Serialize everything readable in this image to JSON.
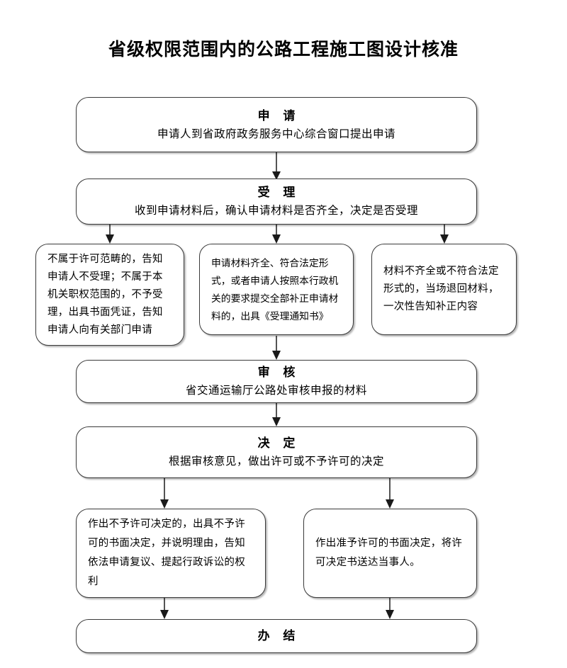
{
  "page": {
    "title": "省级权限范围内的公路工程施工图设计核准",
    "accent_color": "#000000",
    "box_border_color": "#3a3a3a",
    "background_color": "#ffffff"
  },
  "nodes": {
    "apply": {
      "heading": "申 请",
      "detail": "申请人到省政府政务服务中心综合窗口提出申请"
    },
    "accept": {
      "heading": "受 理",
      "detail": "收到申请材料后，确认申请材料是否齐全，决定是否受理"
    },
    "branch_not_in_scope": {
      "text": "不属于许可范畴的，告知申请人不受理；不属于本机关职权范围的，不予受理，出具书面凭证，告知申请人向有关部门申请"
    },
    "branch_complete": {
      "text": "申请材料齐全、符合法定形式，或者申请人按照本行政机关的要求提交全部补正申请材料的，出具《受理通知书》"
    },
    "branch_incomplete": {
      "text": "材料不齐全或不符合法定形式的，当场退回材料，一次性告知补正内容"
    },
    "review": {
      "heading": "审 核",
      "detail": "省交通运输厅公路处审核申报的材料"
    },
    "decision": {
      "heading": "决 定",
      "detail": "根据审核意见，做出许可或不予许可的决定"
    },
    "result_denied": {
      "text": "作出不予许可决定的，出具不予许可的书面决定，并说明理由，告知依法申请复议、提起行政诉讼的权利"
    },
    "result_granted": {
      "text": "作出准予许可的书面决定，将许可决定书送达当事人。"
    },
    "finish": {
      "heading": "办 结"
    }
  }
}
